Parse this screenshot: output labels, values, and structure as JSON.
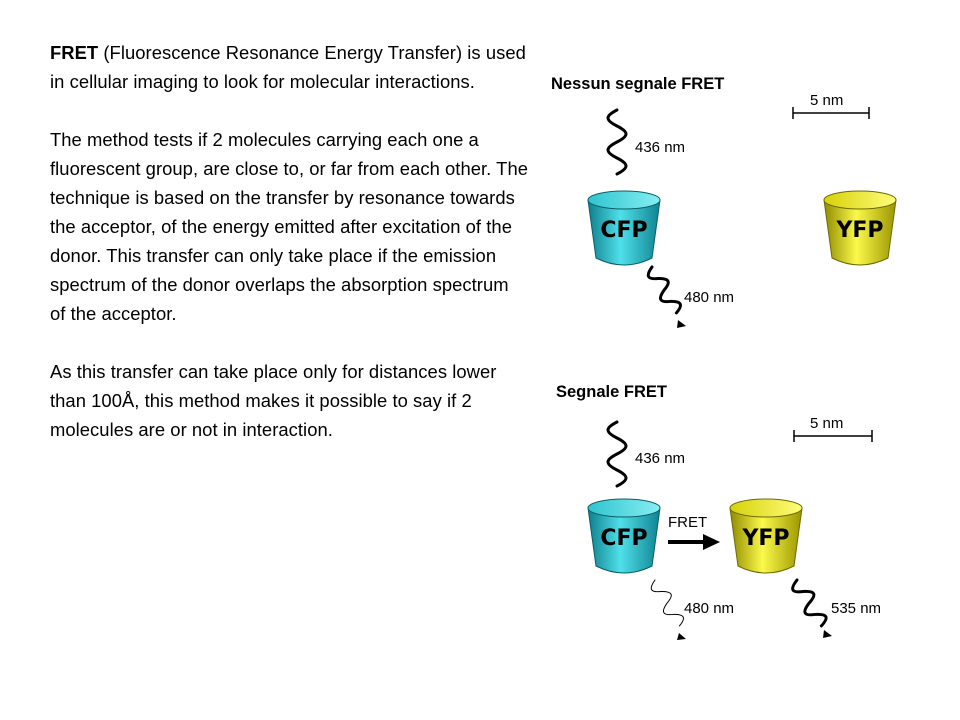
{
  "text": {
    "p1_bold": "FRET",
    "p1_rest": " (Fluorescence Resonance Energy Transfer) is used in cellular imaging to look for molecular interactions.",
    "p2": "The method tests if 2 molecules carrying each one a fluorescent group, are close to, or far from each other. The technique is based on the transfer by resonance towards the acceptor, of the energy emitted after excitation of the donor. This transfer can only take place if the emission spectrum of the donor overlaps the absorption spectrum of the acceptor.",
    "p3": "As this transfer can take place only for distances lower than 100Å, this method makes it possible to say if 2 molecules are or not in interaction."
  },
  "diagram": {
    "panel_no_fret": {
      "title": "Nessun segnale FRET",
      "scale": "5 nm",
      "excitation": "436 nm",
      "donor": "CFP",
      "acceptor": "YFP",
      "donor_emission": "480 nm"
    },
    "panel_fret": {
      "title": "Segnale FRET",
      "scale": "5 nm",
      "excitation": "436 nm",
      "donor": "CFP",
      "transfer": "FRET",
      "acceptor": "YFP",
      "donor_emission": "480 nm",
      "acceptor_emission": "535 nm"
    },
    "colors": {
      "cfp": "#22b5c4",
      "yfp": "#e3df10"
    }
  }
}
